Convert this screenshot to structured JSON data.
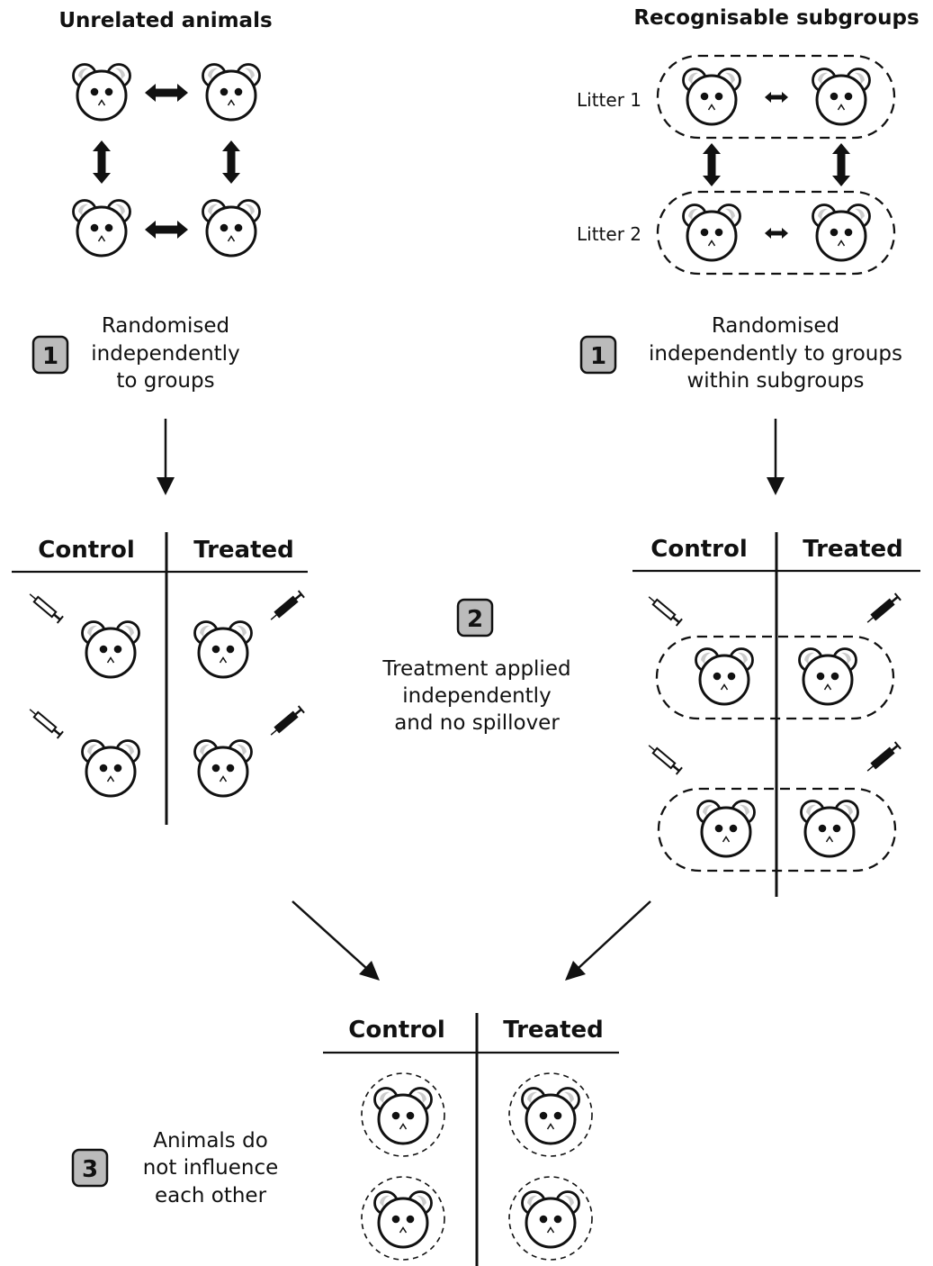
{
  "titles": {
    "left": "Unrelated animals",
    "right": "Recognisable subgroups"
  },
  "litters": {
    "first": "Litter 1",
    "second": "Litter 2"
  },
  "steps": {
    "step1_left": {
      "number": "1",
      "lines": [
        "Randomised",
        "independently",
        "to groups"
      ]
    },
    "step1_right": {
      "number": "1",
      "lines": [
        "Randomised",
        "independently to groups",
        "within subgroups"
      ]
    },
    "step2": {
      "number": "2",
      "lines": [
        "Treatment applied",
        "independently",
        "and no spillover"
      ]
    },
    "step3": {
      "number": "3",
      "lines": [
        "Animals do",
        "not influence",
        "each other"
      ]
    }
  },
  "columns": {
    "control": "Control",
    "treated": "Treated"
  },
  "colors": {
    "stroke": "#111111",
    "badge_fill": "#bbbbbb",
    "ear_inner": "#cccccc"
  }
}
